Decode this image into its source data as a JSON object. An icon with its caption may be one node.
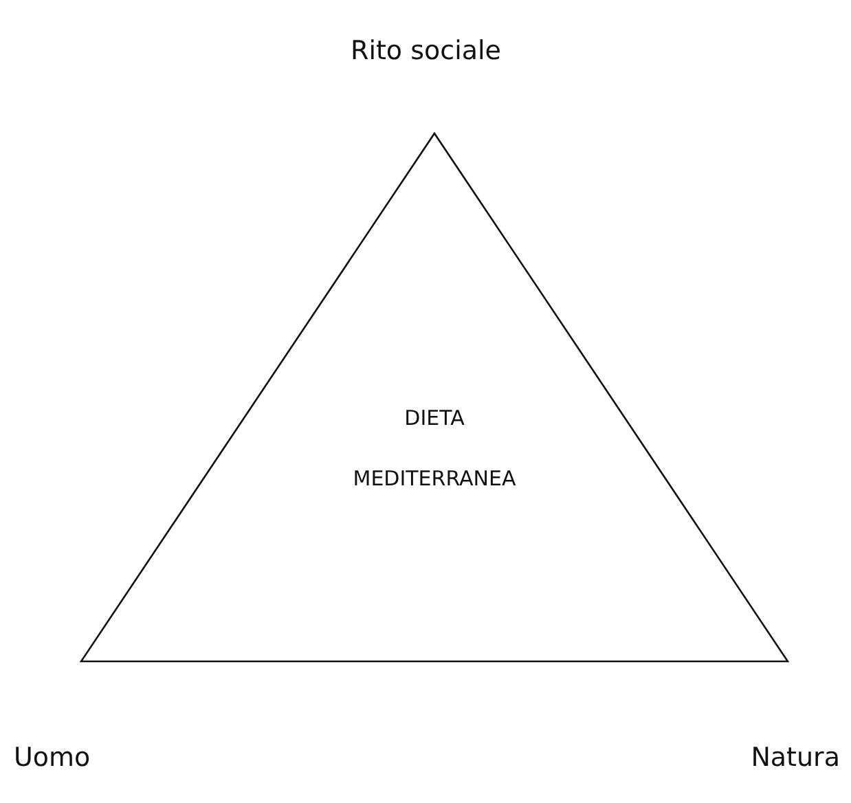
{
  "diagram": {
    "nodes": [
      {
        "text": [
          "DIETA MEDITERRANEA"
        ]
      }
    ],
    "labels": [
      "Rito sociale",
      "Uomo",
      "Natura"
    ]
  }
}
